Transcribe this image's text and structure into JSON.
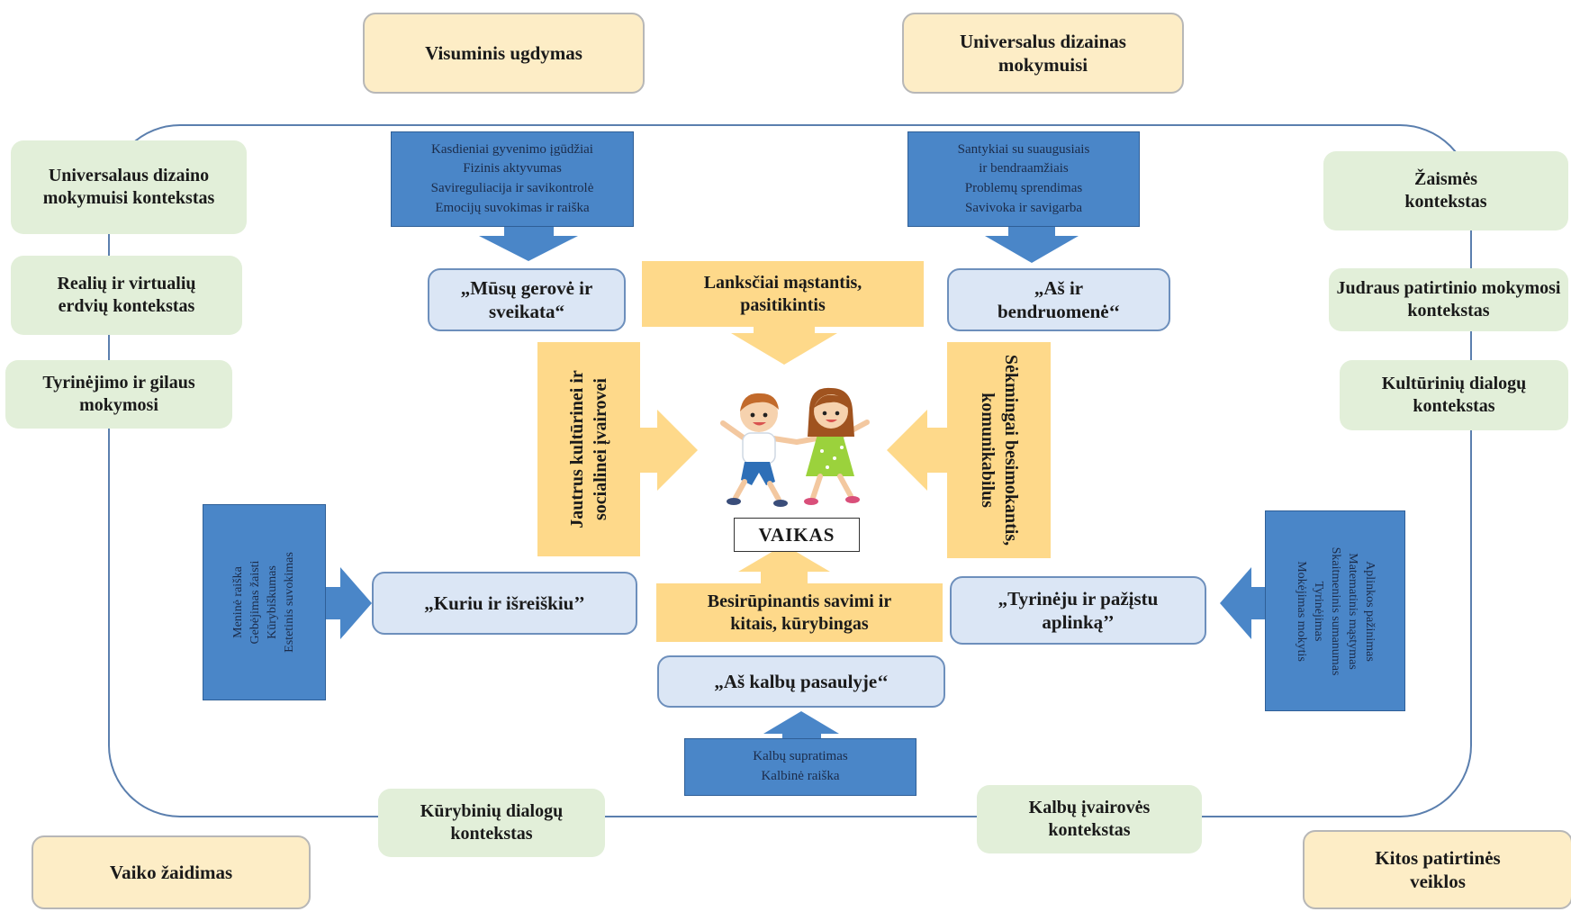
{
  "corners": {
    "top_left": "Visuminis ugdymas",
    "top_right": "Universalus dizainas mokymuisi",
    "bottom_left": "Vaiko žaidimas",
    "bottom_right": "Kitos patirtinės veiklos"
  },
  "contexts": {
    "left_1": "Universalaus dizaino mokymuisi kontekstas",
    "left_2": "Realių ir virtualių erdvių kontekstas",
    "left_3": "Tyrinėjimo ir gilaus mokymosi",
    "right_1": "Žaismės kontekstas",
    "right_2": "Judraus patirtinio mokymosi kontekstas",
    "right_3": "Kultūrinių dialogų kontekstas",
    "bottom_1": "Kūrybinių dialogų kontekstas",
    "bottom_2": "Kalbų įvairovės kontekstas"
  },
  "skills": {
    "top_left": [
      "Kasdieniai gyvenimo įgūdžiai",
      "Fizinis aktyvumas",
      "Savireguliacija ir savikontrolė",
      "Emocijų suvokimas ir raiška"
    ],
    "top_right": [
      "Santykiai su suaugusiais",
      "ir bendraamžiais",
      "Problemų sprendimas",
      "Savivoka ir savigarba"
    ],
    "left": [
      "Meninė raiška",
      "Gebėjimas žaisti",
      "Kūrybiškumas",
      "Estetinis suvokimas"
    ],
    "right": [
      "Aplinkos pažinimas",
      "Matematinis mąstymas",
      "Skaitmeninis sumanumas",
      "Tyrinėjimas",
      "Mokėjimas mokytis"
    ],
    "bottom": [
      "Kalbų supratimas",
      "Kalbinė raiška"
    ]
  },
  "areas": {
    "health": "„Mūsų gerovė ir sveikata“",
    "community": "„Aš ir bendruomenė‘‘",
    "create": "„Kuriu ir išreiškiu’’",
    "explore": "„Tyrinėju ir pažįstu aplinką’’",
    "languages": "„Aš kalbų pasaulyje‘‘"
  },
  "qualities": {
    "top": "Lanksčiai mąstantis, pasitikintis",
    "bottom": "Besirūpinantis savimi ir kitais, kūrybingas",
    "left": [
      "Jautrus kultūrinei ir",
      "socialinei įvairovei"
    ],
    "right": [
      "Sėkmingai besimokantis,",
      "komunikabilus"
    ]
  },
  "center": {
    "label": "VAIKAS"
  },
  "colors": {
    "corner_fill": "#fdedc6",
    "context_fill": "#e2efd9",
    "skill_fill": "#4a86c8",
    "area_fill": "#dbe6f5",
    "quality_fill": "#fed98a",
    "frame_stroke": "#5b7fae"
  }
}
